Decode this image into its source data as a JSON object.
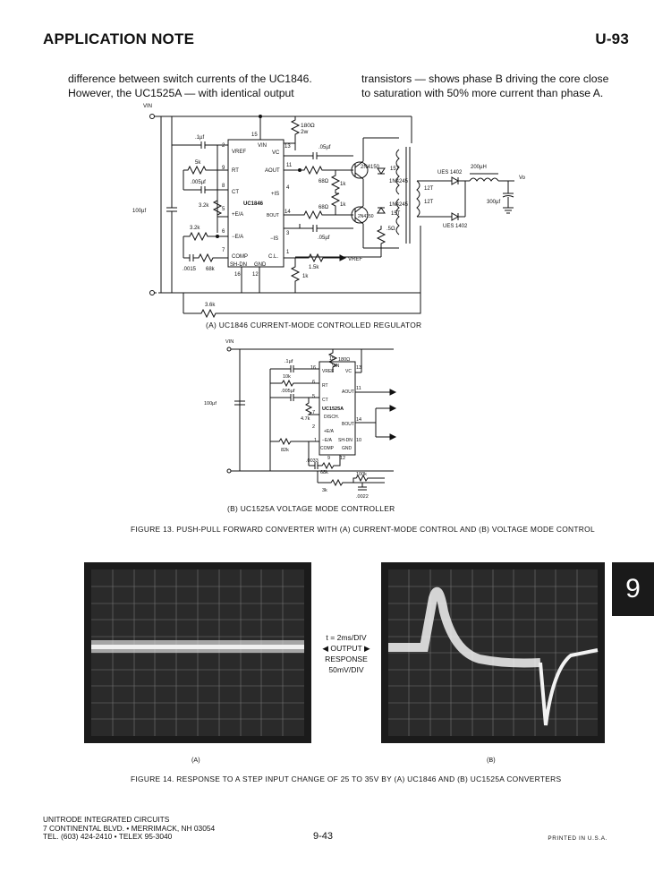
{
  "header": {
    "left": "APPLICATION NOTE",
    "right": "U-93"
  },
  "body": {
    "col1_line1": "difference between switch currents of the UC1846.",
    "col1_line2": "However, the UC1525A — with identical output",
    "col2_line1": "transistors — shows phase B driving the core close",
    "col2_line2": "to saturation with 50% more current than phase A."
  },
  "circuit_a": {
    "vin": "VIN",
    "ic": "UC1846",
    "pins": {
      "vref": "VREF",
      "vin": "VIN",
      "vc": "VC",
      "rt": "RT",
      "ct": "CT",
      "aout": "AOUT",
      "bout": "BOUT",
      "plus_ea": "+E/A",
      "minus_ea": "−E/A",
      "comp": "COMP",
      "cl": "C.L.",
      "shdn": "SH-DN",
      "gnd": "GND",
      "plus_is": "+IS",
      "minus_is": "−IS"
    },
    "pin_numbers": [
      "15",
      "2",
      "13",
      "11",
      "9",
      "8",
      "4",
      "5",
      "14",
      "6",
      "3",
      "7",
      "1",
      "16",
      "12"
    ],
    "components": {
      "r_180": "180Ω",
      "r_180_w": "2w",
      "c_1uf": ".1µf",
      "c_05uf_top": ".05µf",
      "r_5k": "5k",
      "c_005": ".005µf",
      "r_3_2k_a": "3.2k",
      "r_3_2k_b": "3.2k",
      "c_100": "100µf",
      "r_68_top": "68Ω",
      "r_68_bot": "68Ω",
      "r_1k_a": "1k",
      "r_1k_b": "1k",
      "c_05uf_bot": ".05µf",
      "c_0015": ".0015",
      "r_68k": "68k",
      "r_1_5k": "1.5k",
      "r_1k_c": "1k",
      "vref_out": "VREF",
      "r_3_6k": "3.6k",
      "q_top": "2N4150",
      "q_bot": "2N4150",
      "d_top": "1N4245",
      "d_bot": "1N4245",
      "t_15t_a": "15T",
      "t_15t_b": "15T",
      "t_12t_a": "12T",
      "t_12t_b": "12T",
      "r_5": ".5Ω",
      "ues_a": "UES 1402",
      "ues_b": "UES 1402",
      "l_200": "200µH",
      "c_300": "300µf",
      "vo": "Vo"
    },
    "caption": "(A) UC1846 CURRENT-MODE CONTROLLED REGULATOR"
  },
  "circuit_b": {
    "vin": "VIN",
    "ic": "UC1525A",
    "pins": {
      "vin": "VIN",
      "vref": "VREF",
      "vc": "VC",
      "rt": "RT",
      "aout": "AOUT",
      "ct": "CT",
      "disch": "DISCH.",
      "bout": "BOUT",
      "plus_ea": "+E/A",
      "minus_ea": "−E/A",
      "shdn": "SH-DN",
      "comp": "COMP",
      "gnd": "GND"
    },
    "pin_numbers": [
      "15",
      "16",
      "13",
      "6",
      "11",
      "5",
      "7",
      "14",
      "2",
      "1",
      "10",
      "9",
      "12"
    ],
    "components": {
      "r_180": "180Ω",
      "c_1uf": ".1µf",
      "r_10k": "10k",
      "c_005": ".005µf",
      "r_4_7k": "4.7k",
      "c_100": "100µf",
      "r_82k": "82k",
      "c_0033": ".0033",
      "r_68k": "68k",
      "r_100k": "100k",
      "r_3k": "3k",
      "c_0022": ".0022"
    },
    "caption": "(B) UC1525A VOLTAGE MODE CONTROLLER"
  },
  "figure13_caption": "FIGURE 13. PUSH-PULL FORWARD CONVERTER WITH (A) CURRENT-MODE CONTROL AND (B) VOLTAGE MODE CONTROL",
  "scope": {
    "timebase": "t = 2ms/DIV",
    "output": "OUTPUT",
    "response": "RESPONSE",
    "scale": "50mV/DIV",
    "label_a": "(A)",
    "label_b": "(B)"
  },
  "figure14_caption": "FIGURE 14. RESPONSE TO A STEP INPUT CHANGE OF 25 TO 35V BY (A) UC1846 and (B) UC1525A CONVERTERS",
  "section_tab": "9",
  "footer": {
    "company": "UNITRODE INTEGRATED CIRCUITS",
    "address": "7 CONTINENTAL BLVD. • MERRIMACK, NH 03054",
    "phone": "TEL. (603) 424-2410 • TELEX 95-3040",
    "page_number": "9-43",
    "printed": "PRINTED IN U.S.A."
  }
}
